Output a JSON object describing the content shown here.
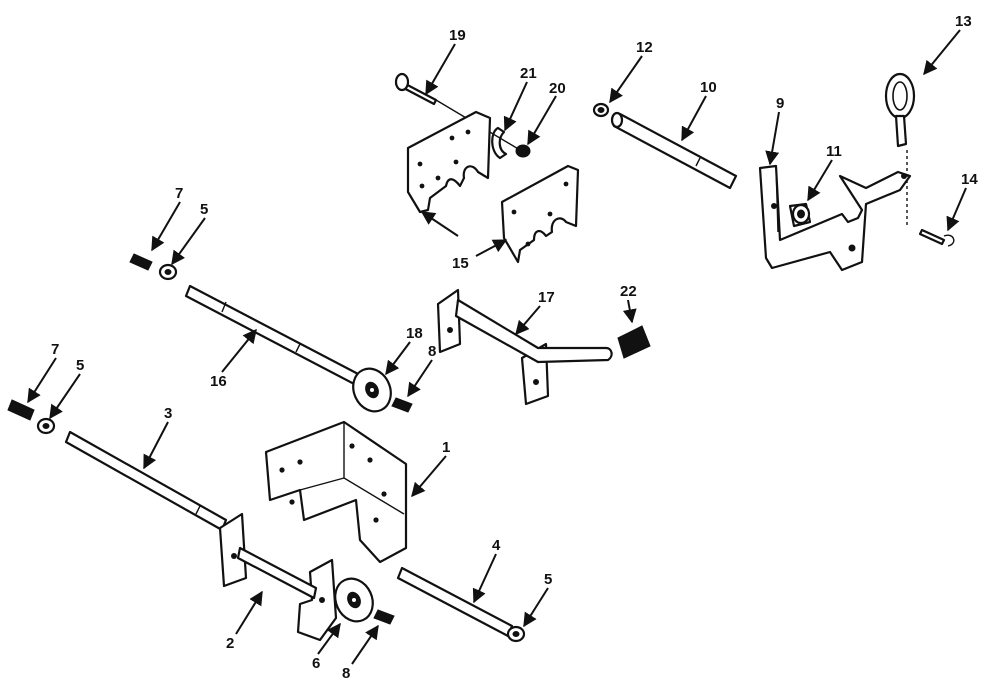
{
  "diagram": {
    "callouts": [
      "1",
      "2",
      "3",
      "4",
      "5",
      "5",
      "5",
      "6",
      "7",
      "7",
      "8",
      "8",
      "9",
      "10",
      "11",
      "12",
      "13",
      "14",
      "15",
      "16",
      "17",
      "18",
      "19",
      "20",
      "21",
      "22"
    ]
  }
}
